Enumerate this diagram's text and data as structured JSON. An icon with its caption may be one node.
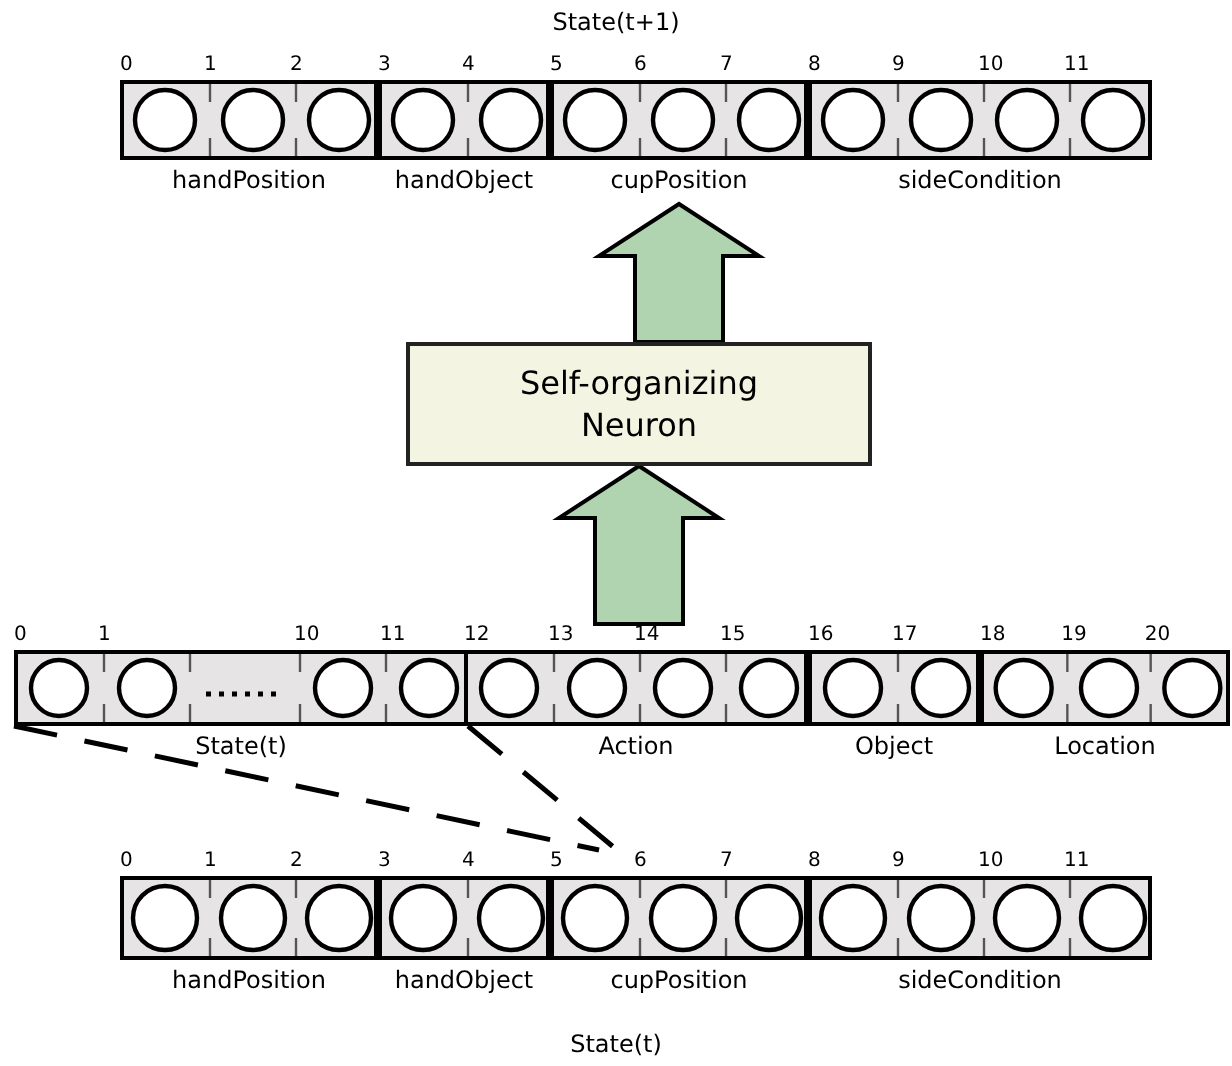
{
  "diagram": {
    "nodes": [
      {
        "text": [
          "handPosition"
        ]
      },
      {
        "text": [
          "handObject"
        ]
      },
      {
        "text": [
          "cupPosition"
        ]
      },
      {
        "text": [
          "sideCondition"
        ]
      },
      {
        "text": [
          "Self-organizing Neuron"
        ]
      },
      {
        "text": [
          "State(t)"
        ]
      },
      {
        "text": [
          "Action"
        ]
      },
      {
        "text": [
          "Object"
        ]
      },
      {
        "text": [
          "Location"
        ]
      },
      {
        "text": [
          "handPosition"
        ]
      },
      {
        "text": [
          "handObject"
        ]
      },
      {
        "text": [
          "cupPosition"
        ]
      },
      {
        "text": [
          "sideCondition"
        ]
      }
    ],
    "edges": [
      {
        "from": 6,
        "to": 4,
        "arrow": "to",
        "style": "thick",
        "color": "#b0d4b0"
      },
      {
        "from": 4,
        "to": 2,
        "arrow": "to",
        "style": "thick",
        "color": "#b0d4b0"
      },
      {
        "from": 5,
        "to": 11,
        "arrow": "none",
        "style": "dashed"
      },
      {
        "from": 5,
        "to": 11,
        "arrow": "none",
        "style": "dashed"
      }
    ],
    "labels": [
      "State(t+1)",
      "0",
      "1",
      "2",
      "3",
      "4",
      "5",
      "6",
      "7",
      "8",
      "9",
      "10",
      "11",
      "0",
      "1",
      "10",
      "11",
      "12",
      "13",
      "14",
      "15",
      "16",
      "17",
      "18",
      "19",
      "20",
      "0",
      "1",
      "2",
      "3",
      "4",
      "5",
      "6",
      "7",
      "8",
      "9",
      "10",
      "11",
      "State(t)"
    ]
  }
}
